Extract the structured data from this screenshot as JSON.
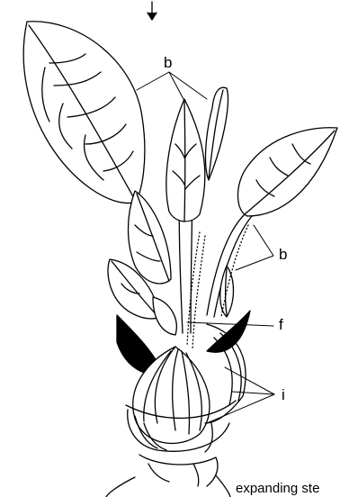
{
  "labels": {
    "b_top": "b",
    "b_right": "b",
    "f": "f",
    "i": "i"
  },
  "caption": "expanding ste"
}
